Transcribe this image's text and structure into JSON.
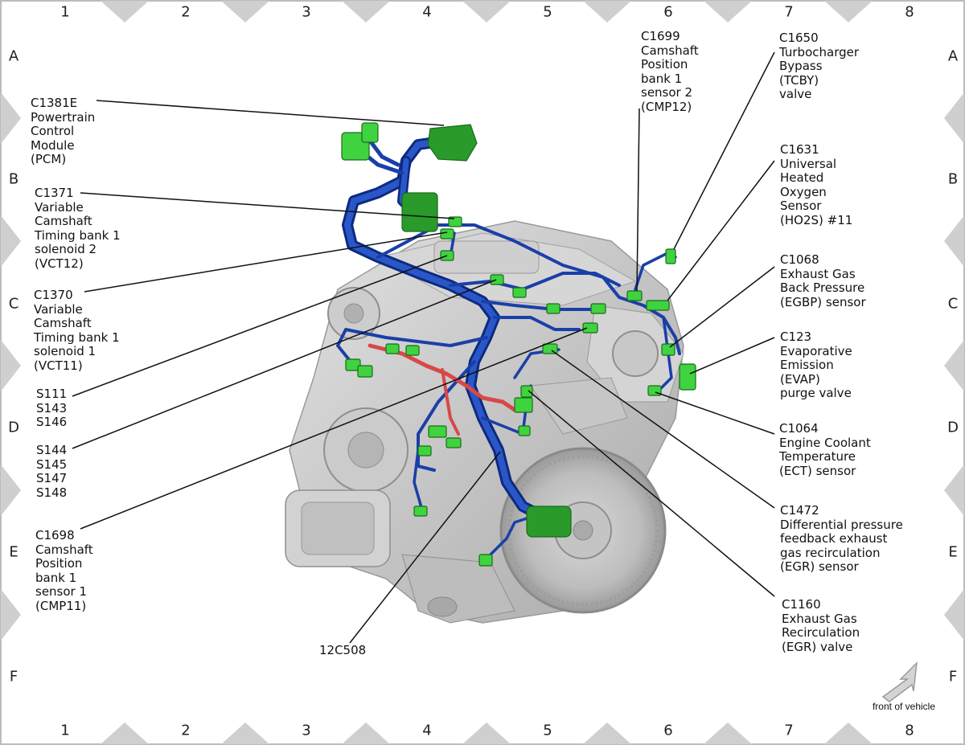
{
  "grid": {
    "columns": [
      "1",
      "2",
      "3",
      "4",
      "5",
      "6",
      "7",
      "8"
    ],
    "rows": [
      "A",
      "B",
      "C",
      "D",
      "E",
      "F"
    ]
  },
  "colors": {
    "harness": "#1a3fa8",
    "harness_dark": "#0d2a80",
    "connector": "#3fd33f",
    "connector_dark": "#1e7a1e",
    "pcm_connector": "#2a9a2a",
    "red_harness": "#d84848",
    "engine": "#c9c9c9",
    "frame": "#c8c8c8"
  },
  "labels": [
    {
      "id": "c1381e",
      "lines": [
        "C1381E",
        "Powertrain",
        "Control",
        "Module",
        "(PCM)"
      ]
    },
    {
      "id": "c1371",
      "lines": [
        "C1371",
        "Variable",
        "Camshaft",
        "Timing bank 1",
        "solenoid 2",
        "(VCT12)"
      ]
    },
    {
      "id": "c1370",
      "lines": [
        "C1370",
        "Variable",
        "Camshaft",
        "Timing bank 1",
        "solenoid 1",
        "(VCT11)"
      ]
    },
    {
      "id": "s111",
      "lines": [
        "S111",
        "S143",
        "S146"
      ]
    },
    {
      "id": "s144",
      "lines": [
        "S144",
        "S145",
        "S147",
        "S148"
      ]
    },
    {
      "id": "c1698",
      "lines": [
        "C1698",
        "Camshaft",
        "Position",
        "bank 1",
        "sensor 1",
        "(CMP11)"
      ]
    },
    {
      "id": "12c508",
      "lines": [
        "12C508"
      ]
    },
    {
      "id": "c1699",
      "lines": [
        "C1699",
        "Camshaft",
        "Position",
        "bank 1",
        "sensor 2",
        "(CMP12)"
      ]
    },
    {
      "id": "c1650",
      "lines": [
        "C1650",
        "Turbocharger",
        "Bypass",
        "(TCBY)",
        "valve"
      ]
    },
    {
      "id": "c1631",
      "lines": [
        "C1631",
        "Universal",
        "Heated",
        "Oxygen",
        "Sensor",
        "(HO2S) #11"
      ]
    },
    {
      "id": "c1068",
      "lines": [
        "C1068",
        "Exhaust Gas",
        "Back Pressure",
        "(EGBP) sensor"
      ]
    },
    {
      "id": "c123",
      "lines": [
        "C123",
        "Evaporative",
        "Emission",
        "(EVAP)",
        "purge valve"
      ]
    },
    {
      "id": "c1064",
      "lines": [
        "C1064",
        "Engine Coolant",
        "Temperature",
        "(ECT) sensor"
      ]
    },
    {
      "id": "c1472",
      "lines": [
        "C1472",
        "Differential pressure",
        "feedback exhaust",
        "gas recirculation",
        "(EGR) sensor"
      ]
    },
    {
      "id": "c1160",
      "lines": [
        "C1160",
        "Exhaust Gas",
        "Recirculation",
        "(EGR) valve"
      ]
    }
  ],
  "front_note": "front of vehicle",
  "icons": [
    "front-arrow-icon"
  ]
}
